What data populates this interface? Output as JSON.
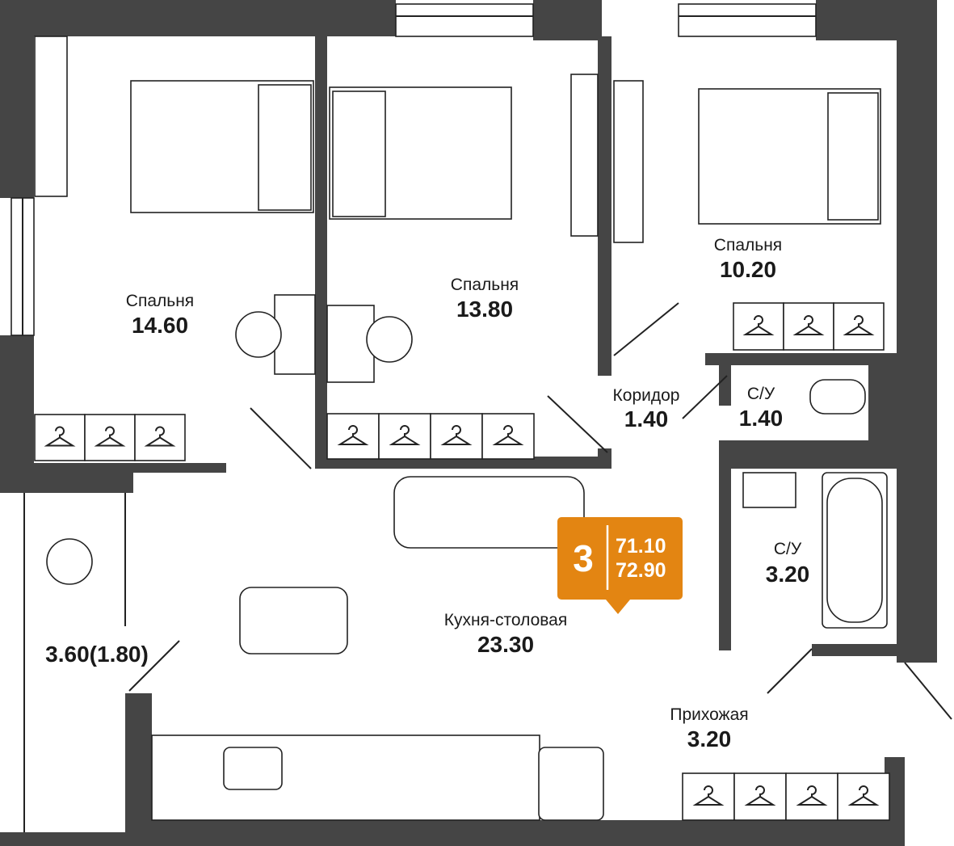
{
  "rooms": {
    "bedroom1": {
      "label": "Спальня",
      "area": "14.60"
    },
    "bedroom2": {
      "label": "Спальня",
      "area": "13.80"
    },
    "bedroom3": {
      "label": "Спальня",
      "area": "10.20"
    },
    "corridor": {
      "label": "Коридор",
      "area": "1.40"
    },
    "wc_small": {
      "label": "С/У",
      "area": "1.40"
    },
    "bathroom": {
      "label": "С/У",
      "area": "3.20"
    },
    "kitchen": {
      "label": "Кухня-столовая",
      "area": "23.30"
    },
    "hallway": {
      "label": "Прихожая",
      "area": "3.20"
    },
    "balcony": {
      "area": "3.60(1.80)"
    }
  },
  "badge": {
    "rooms": "3",
    "living_area": "71.10",
    "total_area": "72.90",
    "color": "#E38512"
  },
  "colors": {
    "wall": "#454545"
  }
}
